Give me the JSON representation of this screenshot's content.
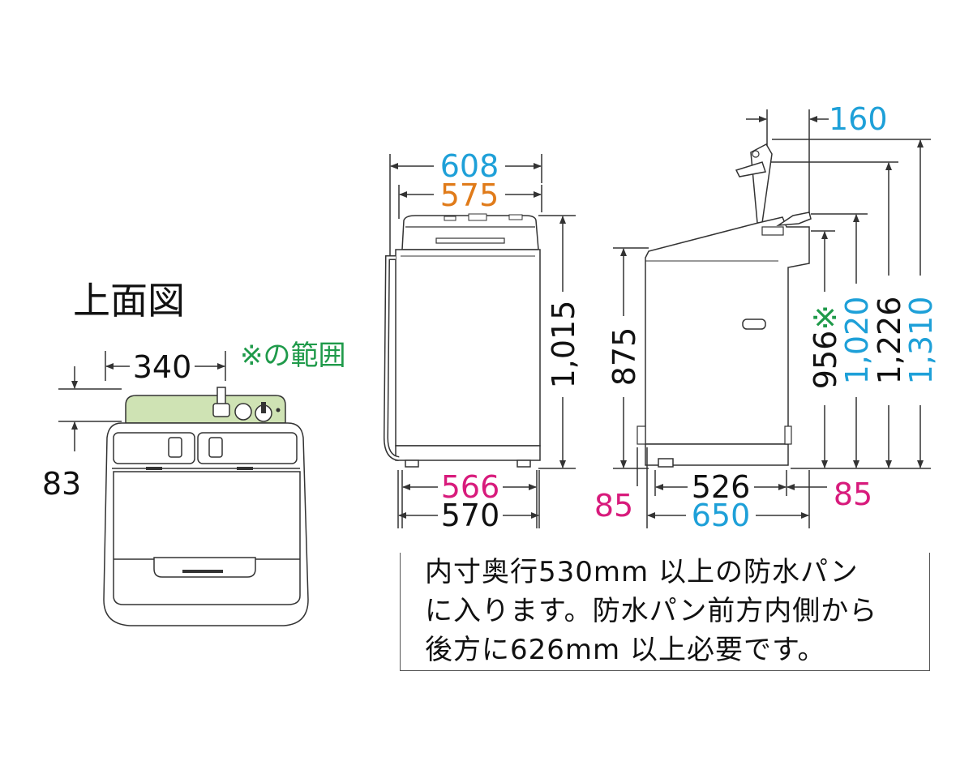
{
  "top_view": {
    "title": "上面図",
    "width_dim": "340",
    "depth_dim": "83",
    "range_note": "※の範囲"
  },
  "front_view": {
    "width_outer": "608",
    "width_inner": "575",
    "height": "1,015",
    "base_width": "566",
    "foot_width": "570"
  },
  "side_view": {
    "lid_depth": "160",
    "body_height": "875",
    "height_marked": "956",
    "height_marked_sym": "※",
    "height_1": "1,020",
    "height_2": "1,226",
    "height_3": "1,310",
    "rear_offset": "85",
    "front_offset": "85",
    "base_depth": "526",
    "total_depth": "650"
  },
  "note": {
    "line1": "内寸奥行530mm 以上の防水パン",
    "line2": "に入ります。防水パン前方内側から",
    "line3": "後方に626mm 以上必要です。"
  },
  "colors": {
    "blue": "#1ea0d8",
    "orange": "#e07b1a",
    "magenta": "#d81b7c",
    "green_text": "#1f9a4a",
    "green_fill": "#cfe3b4",
    "line": "#333333"
  }
}
